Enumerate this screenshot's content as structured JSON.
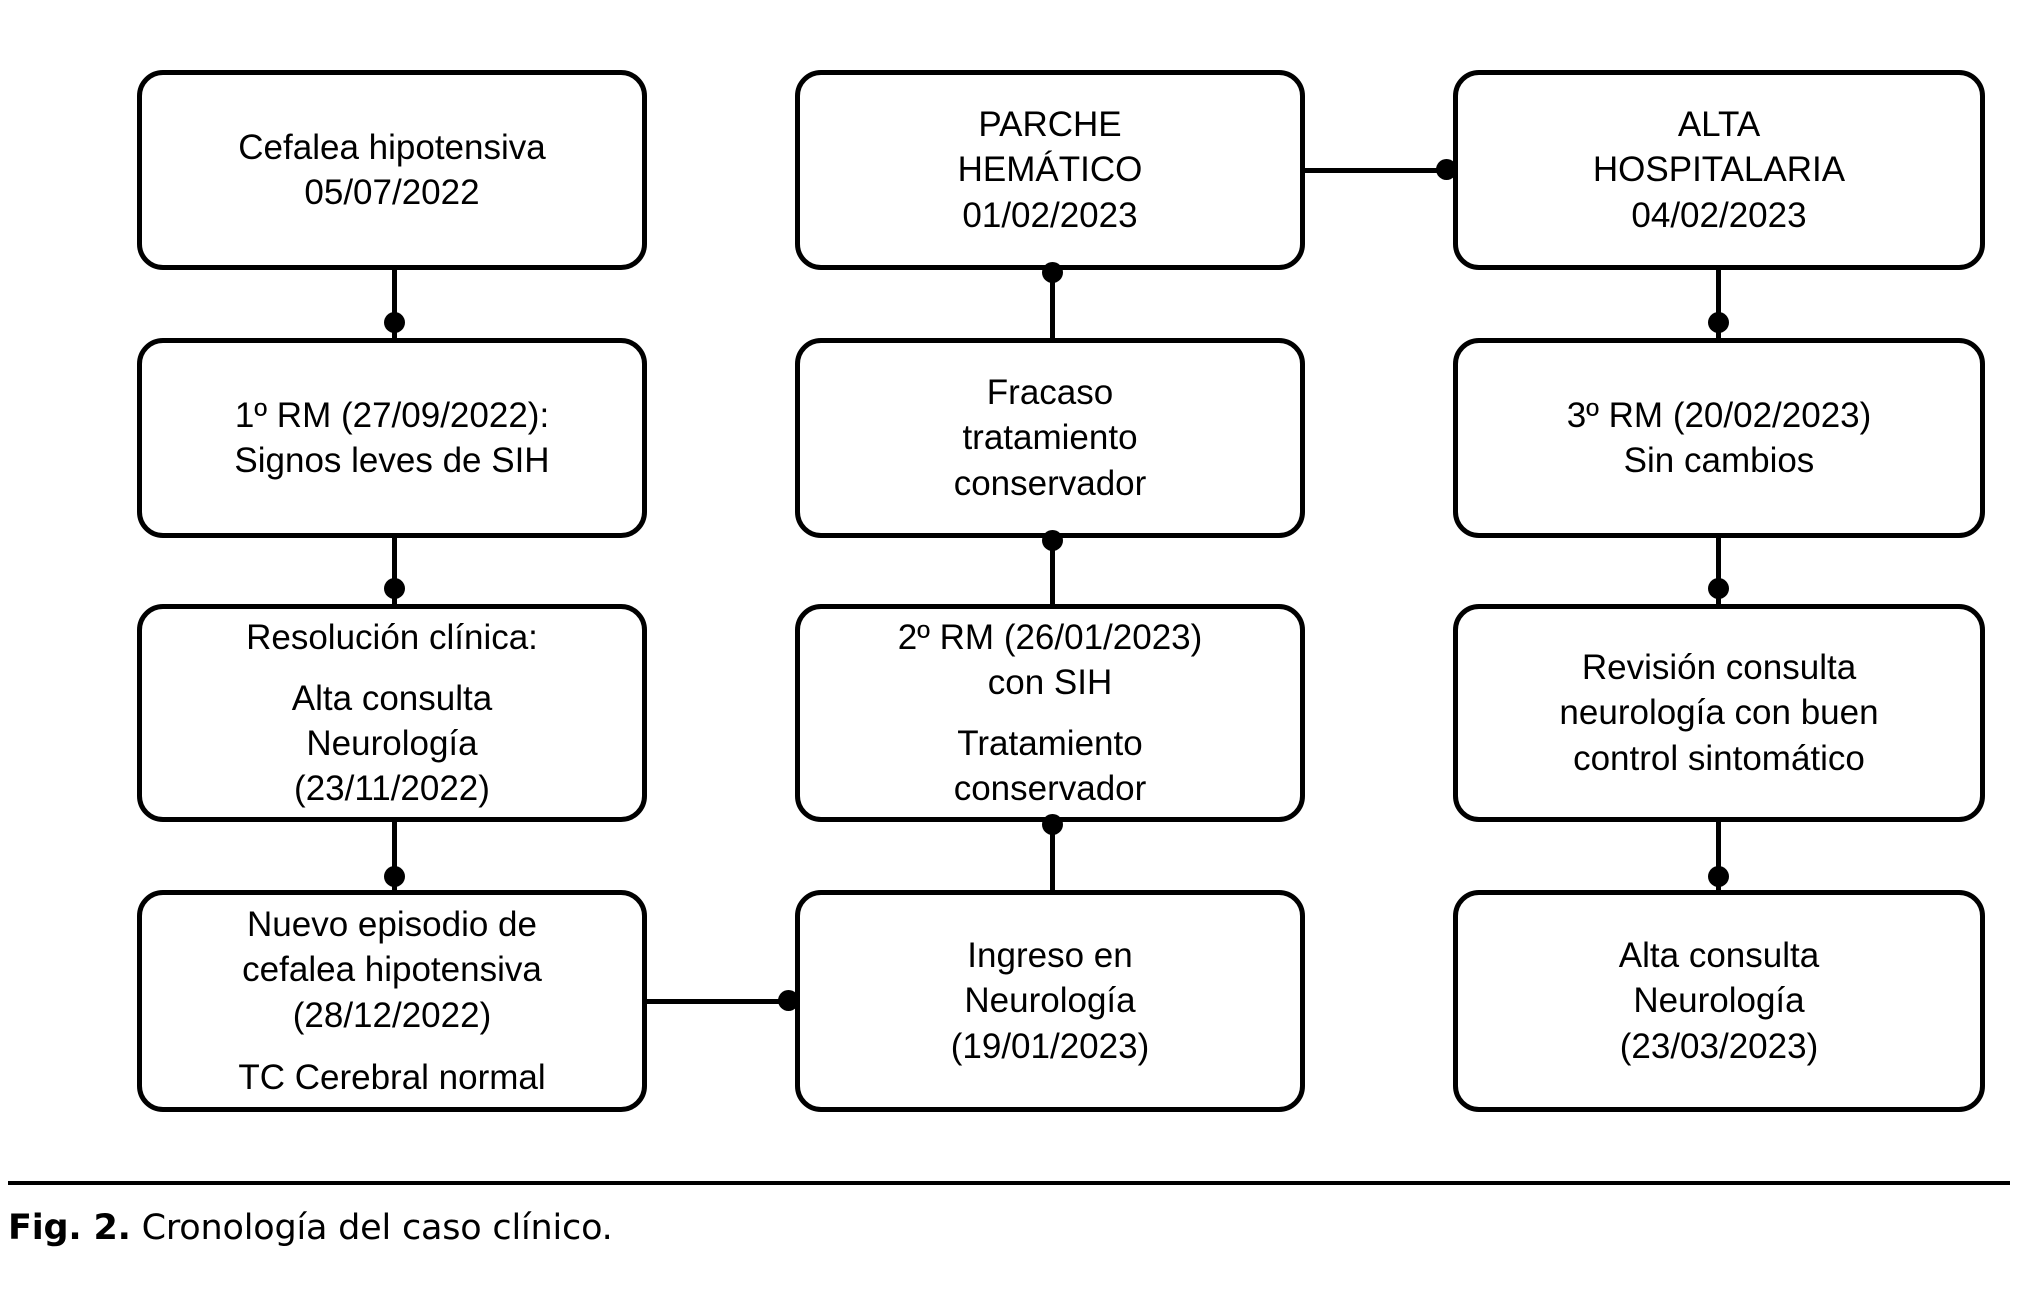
{
  "figure": {
    "caption_label": "Fig. 2.",
    "caption_text": "Cronología del caso clínico."
  },
  "chart_data": {
    "type": "diagram",
    "title": "Cronología del caso clínico",
    "orientation": "three-column timeline, column 1 top-to-bottom, column 2 bottom-to-top, column 3 top-to-bottom",
    "nodes": [
      {
        "id": "c1n1",
        "column": 1,
        "lines": [
          "Cefalea hipotensiva",
          "05/07/2022"
        ]
      },
      {
        "id": "c1n2",
        "column": 1,
        "lines": [
          "1º RM (27/09/2022):",
          "Signos leves de SIH"
        ]
      },
      {
        "id": "c1n3",
        "column": 1,
        "lines": [
          "Resolución clínica:",
          "",
          "Alta consulta",
          "Neurología",
          "(23/11/2022)"
        ]
      },
      {
        "id": "c1n4",
        "column": 1,
        "lines": [
          "Nuevo episodio de",
          "cefalea hipotensiva",
          "(28/12/2022)",
          "",
          "TC Cerebral normal"
        ]
      },
      {
        "id": "c2n1",
        "column": 2,
        "lines": [
          "PARCHE",
          "HEMÁTICO",
          "01/02/2023"
        ]
      },
      {
        "id": "c2n2",
        "column": 2,
        "lines": [
          "Fracaso",
          "tratamiento",
          "conservador"
        ]
      },
      {
        "id": "c2n3",
        "column": 2,
        "lines": [
          "2º RM (26/01/2023)",
          "con SIH",
          "",
          "Tratamiento",
          "conservador"
        ]
      },
      {
        "id": "c2n4",
        "column": 2,
        "lines": [
          "Ingreso en",
          "Neurología",
          "(19/01/2023)"
        ]
      },
      {
        "id": "c3n1",
        "column": 3,
        "lines": [
          "ALTA",
          "HOSPITALARIA",
          "04/02/2023"
        ]
      },
      {
        "id": "c3n2",
        "column": 3,
        "lines": [
          "3º RM (20/02/2023)",
          "Sin cambios"
        ]
      },
      {
        "id": "c3n3",
        "column": 3,
        "lines": [
          "Revisión consulta",
          "neurología con buen",
          "control sintomático"
        ]
      },
      {
        "id": "c3n4",
        "column": 3,
        "lines": [
          "Alta consulta",
          "Neurología",
          "(23/03/2023)"
        ]
      }
    ],
    "edges": [
      {
        "from": "c1n1",
        "to": "c1n2",
        "direction": "down"
      },
      {
        "from": "c1n2",
        "to": "c1n3",
        "direction": "down"
      },
      {
        "from": "c1n3",
        "to": "c1n4",
        "direction": "down"
      },
      {
        "from": "c1n4",
        "to": "c2n4",
        "direction": "right"
      },
      {
        "from": "c2n4",
        "to": "c2n3",
        "direction": "up"
      },
      {
        "from": "c2n3",
        "to": "c2n2",
        "direction": "up"
      },
      {
        "from": "c2n2",
        "to": "c2n1",
        "direction": "up"
      },
      {
        "from": "c2n1",
        "to": "c3n1",
        "direction": "right"
      },
      {
        "from": "c3n1",
        "to": "c3n2",
        "direction": "down"
      },
      {
        "from": "c3n2",
        "to": "c3n3",
        "direction": "down"
      },
      {
        "from": "c3n3",
        "to": "c3n4",
        "direction": "down"
      }
    ]
  },
  "nodes": {
    "c1n1": {
      "l0": "Cefalea hipotensiva",
      "l1": "05/07/2022"
    },
    "c1n2": {
      "l0": "1º RM (27/09/2022):",
      "l1": "Signos leves de SIH"
    },
    "c1n3": {
      "l0": "Resolución clínica:",
      "l1": "Alta consulta",
      "l2": "Neurología",
      "l3": "(23/11/2022)"
    },
    "c1n4": {
      "l0": "Nuevo episodio de",
      "l1": "cefalea hipotensiva",
      "l2": "(28/12/2022)",
      "l3": "TC Cerebral normal"
    },
    "c2n1": {
      "l0": "PARCHE",
      "l1": "HEMÁTICO",
      "l2": "01/02/2023"
    },
    "c2n2": {
      "l0": "Fracaso",
      "l1": "tratamiento",
      "l2": "conservador"
    },
    "c2n3": {
      "l0": "2º RM (26/01/2023)",
      "l1": "con SIH",
      "l2": "Tratamiento",
      "l3": "conservador"
    },
    "c2n4": {
      "l0": "Ingreso en",
      "l1": "Neurología",
      "l2": "(19/01/2023)"
    },
    "c3n1": {
      "l0": "ALTA",
      "l1": "HOSPITALARIA",
      "l2": "04/02/2023"
    },
    "c3n2": {
      "l0": "3º RM (20/02/2023)",
      "l1": "Sin cambios"
    },
    "c3n3": {
      "l0": "Revisión consulta",
      "l1": "neurología con buen",
      "l2": "control sintomático"
    },
    "c3n4": {
      "l0": "Alta consulta",
      "l1": "Neurología",
      "l2": "(23/03/2023)"
    }
  },
  "colors": {
    "stroke": "#000000",
    "fill": "#ffffff",
    "text": "#000000"
  }
}
